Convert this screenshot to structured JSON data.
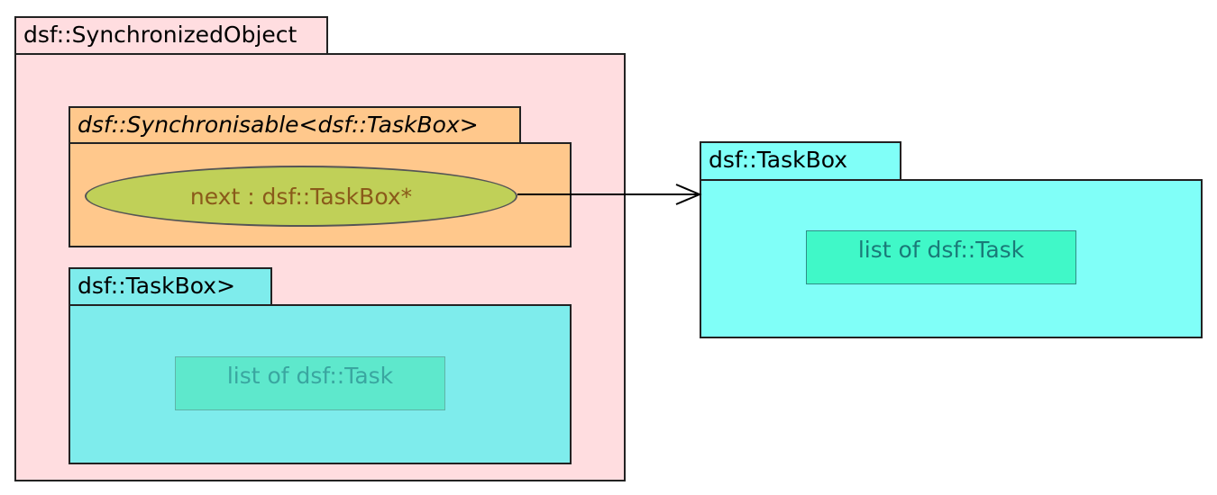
{
  "outer_package": {
    "title": "dsf::SynchronizedObject"
  },
  "synchronisable_package": {
    "title": "dsf::Synchronisable<dsf::TaskBox>",
    "attribute": "next : dsf::TaskBox*"
  },
  "inherited_taskbox_package": {
    "title": "dsf::TaskBox>",
    "content": "list of dsf::Task"
  },
  "taskbox_package": {
    "title": "dsf::TaskBox",
    "content": "list of dsf::Task"
  },
  "colors": {
    "outer_fill": "#ffdde0",
    "synchronisable_fill": "#ffc88c",
    "attribute_fill": "#c0d058",
    "taskbox_fill": "#80fff8",
    "taskbox_content_fill": "#40f8c8"
  }
}
